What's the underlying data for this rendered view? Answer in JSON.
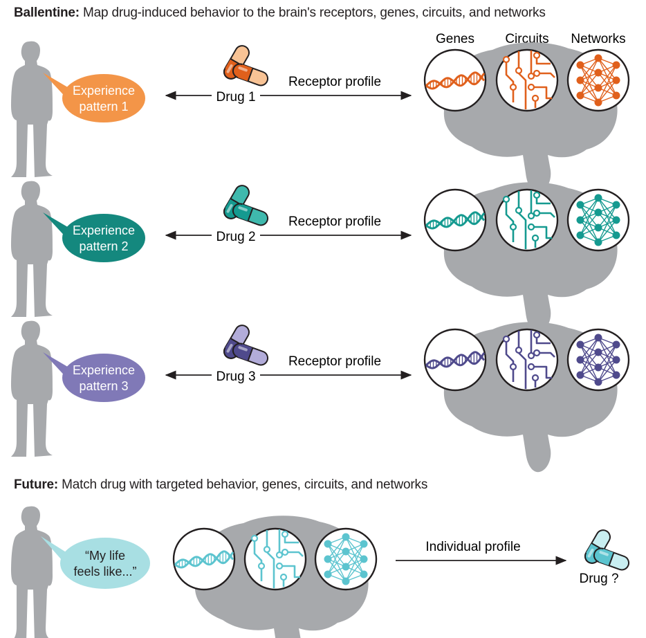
{
  "section1": {
    "title_bold": "Ballentine:",
    "title_rest": " Map drug-induced behavior to the brain's receptors, genes, circuits, and networks",
    "column_labels": {
      "genes": "Genes",
      "circuits": "Circuits",
      "networks": "Networks"
    },
    "rows": [
      {
        "bubble_line1": "Experience",
        "bubble_line2": "pattern 1",
        "drug": "Drug 1",
        "arrow_label": "Receptor profile",
        "color": "#e0601c",
        "bubble_color": "#f39548",
        "pill_light": "#f8c395"
      },
      {
        "bubble_line1": "Experience",
        "bubble_line2": "pattern 2",
        "drug": "Drug 2",
        "arrow_label": "Receptor profile",
        "color": "#159a90",
        "bubble_color": "#14887e",
        "pill_light": "#3fb9ad"
      },
      {
        "bubble_line1": "Experience",
        "bubble_line2": "pattern 3",
        "drug": "Drug 3",
        "arrow_label": "Receptor profile",
        "color": "#4f4a8c",
        "bubble_color": "#8079b7",
        "pill_light": "#b2acd9"
      }
    ]
  },
  "section2": {
    "title_bold": "Future:",
    "title_rest": " Match drug with targeted behavior, genes, circuits, and networks",
    "bubble_line1": "“My life",
    "bubble_line2": "feels like...”",
    "arrow_label": "Individual profile",
    "drug": "Drug ?",
    "color": "#5cc4cf",
    "bubble_color": "#a8dfe3",
    "pill_light": "#c9eef1"
  }
}
